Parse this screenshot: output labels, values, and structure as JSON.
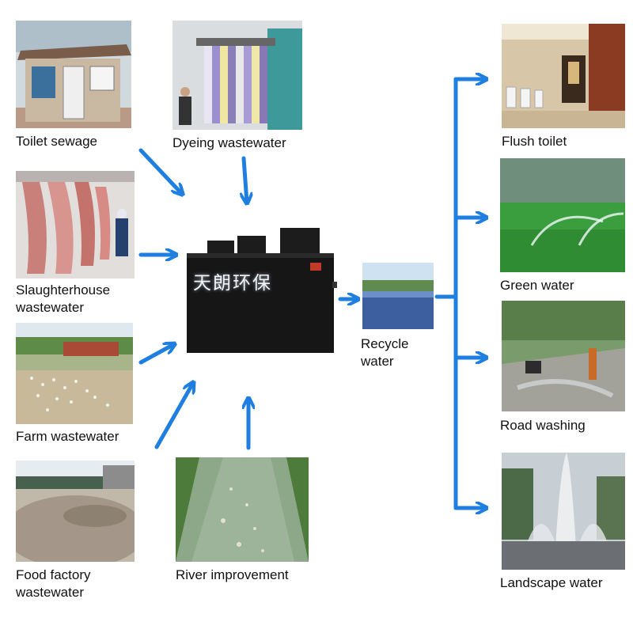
{
  "sources": [
    {
      "id": "toilet",
      "label": "Toilet sewage"
    },
    {
      "id": "dyeing",
      "label": "Dyeing wastewater"
    },
    {
      "id": "slaughter",
      "label_line1": "Slaughterhouse",
      "label_line2": "wastewater"
    },
    {
      "id": "farm",
      "label": "Farm wastewater"
    },
    {
      "id": "food",
      "label_line1": "Food factory",
      "label_line2": "wastewater"
    },
    {
      "id": "river",
      "label": "River improvement"
    }
  ],
  "machine": {
    "brand_text": "天朗环保"
  },
  "recycle": {
    "label_line1": "Recycle",
    "label_line2": "water"
  },
  "uses": [
    {
      "id": "flush",
      "label": "Flush toilet"
    },
    {
      "id": "green",
      "label": "Green water"
    },
    {
      "id": "road",
      "label": "Road washing"
    },
    {
      "id": "landscape",
      "label": "Landscape water"
    }
  ],
  "colors": {
    "arrow": "#1e7fe0",
    "machine": "#161616",
    "text": "#111111"
  }
}
